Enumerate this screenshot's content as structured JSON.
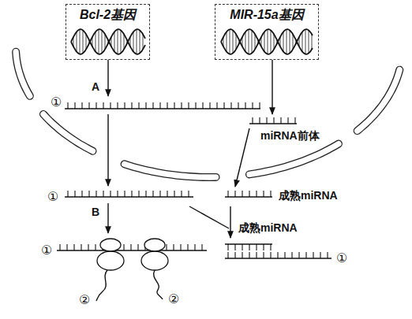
{
  "diagram": {
    "nodes": [
      {
        "text": [
          "Bcl-2基因"
        ]
      },
      {
        "text": [
          "MIR-15a基因"
        ]
      }
    ],
    "labels": [
      "①",
      "A",
      "miRNA前体",
      "①",
      "成熟miRNA",
      "B",
      "①",
      "②",
      "②",
      "成熟miRNA",
      "①"
    ]
  }
}
